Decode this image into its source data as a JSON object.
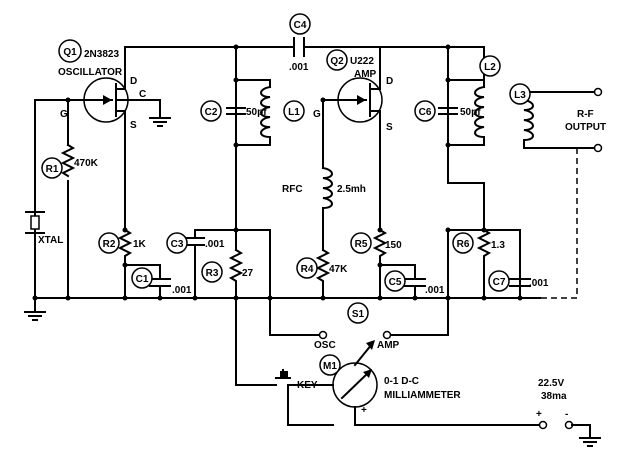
{
  "components": {
    "q1": {
      "designator": "Q1",
      "part": "2N3823",
      "role": "OSCILLATOR",
      "pin_g": "G",
      "pin_d": "D",
      "pin_s": "S",
      "pin_c": "C"
    },
    "q2": {
      "designator": "Q2",
      "part": "U222",
      "role": "AMP",
      "pin_g": "G",
      "pin_d": "D",
      "pin_s": "S"
    },
    "r1": {
      "designator": "R1",
      "value": "470K"
    },
    "r2": {
      "designator": "R2",
      "value": "1K"
    },
    "r3": {
      "designator": "R3",
      "value": "27"
    },
    "r4": {
      "designator": "R4",
      "value": "47K"
    },
    "r5": {
      "designator": "R5",
      "value": "150"
    },
    "r6": {
      "designator": "R6",
      "value": "1.3"
    },
    "c1": {
      "designator": "C1",
      "value": ".001"
    },
    "c2": {
      "designator": "C2",
      "value": "50pf"
    },
    "c3": {
      "designator": "C3",
      "value": ".001"
    },
    "c4": {
      "designator": "C4",
      "value": ".001"
    },
    "c5": {
      "designator": "C5",
      "value": ".001"
    },
    "c6": {
      "designator": "C6",
      "value": "50pf"
    },
    "c7": {
      "designator": "C7",
      "value": ".001"
    },
    "l1": {
      "designator": "L1"
    },
    "l2": {
      "designator": "L2"
    },
    "l3": {
      "designator": "L3"
    },
    "rfc": {
      "designator": "RFC",
      "value": "2.5mh"
    },
    "xtal": {
      "designator": "XTAL"
    },
    "s1": {
      "designator": "S1",
      "pos_osc": "OSC",
      "pos_amp": "AMP"
    },
    "m1": {
      "designator": "M1",
      "desc_line1": "0-1 D-C",
      "desc_line2": "MILLIAMMETER",
      "plus": "+"
    },
    "key": {
      "label": "KEY"
    },
    "output": {
      "line1": "R-F",
      "line2": "OUTPUT"
    },
    "supply": {
      "voltage": "22.5V",
      "current": "38ma",
      "plus": "+",
      "minus": "-"
    }
  }
}
